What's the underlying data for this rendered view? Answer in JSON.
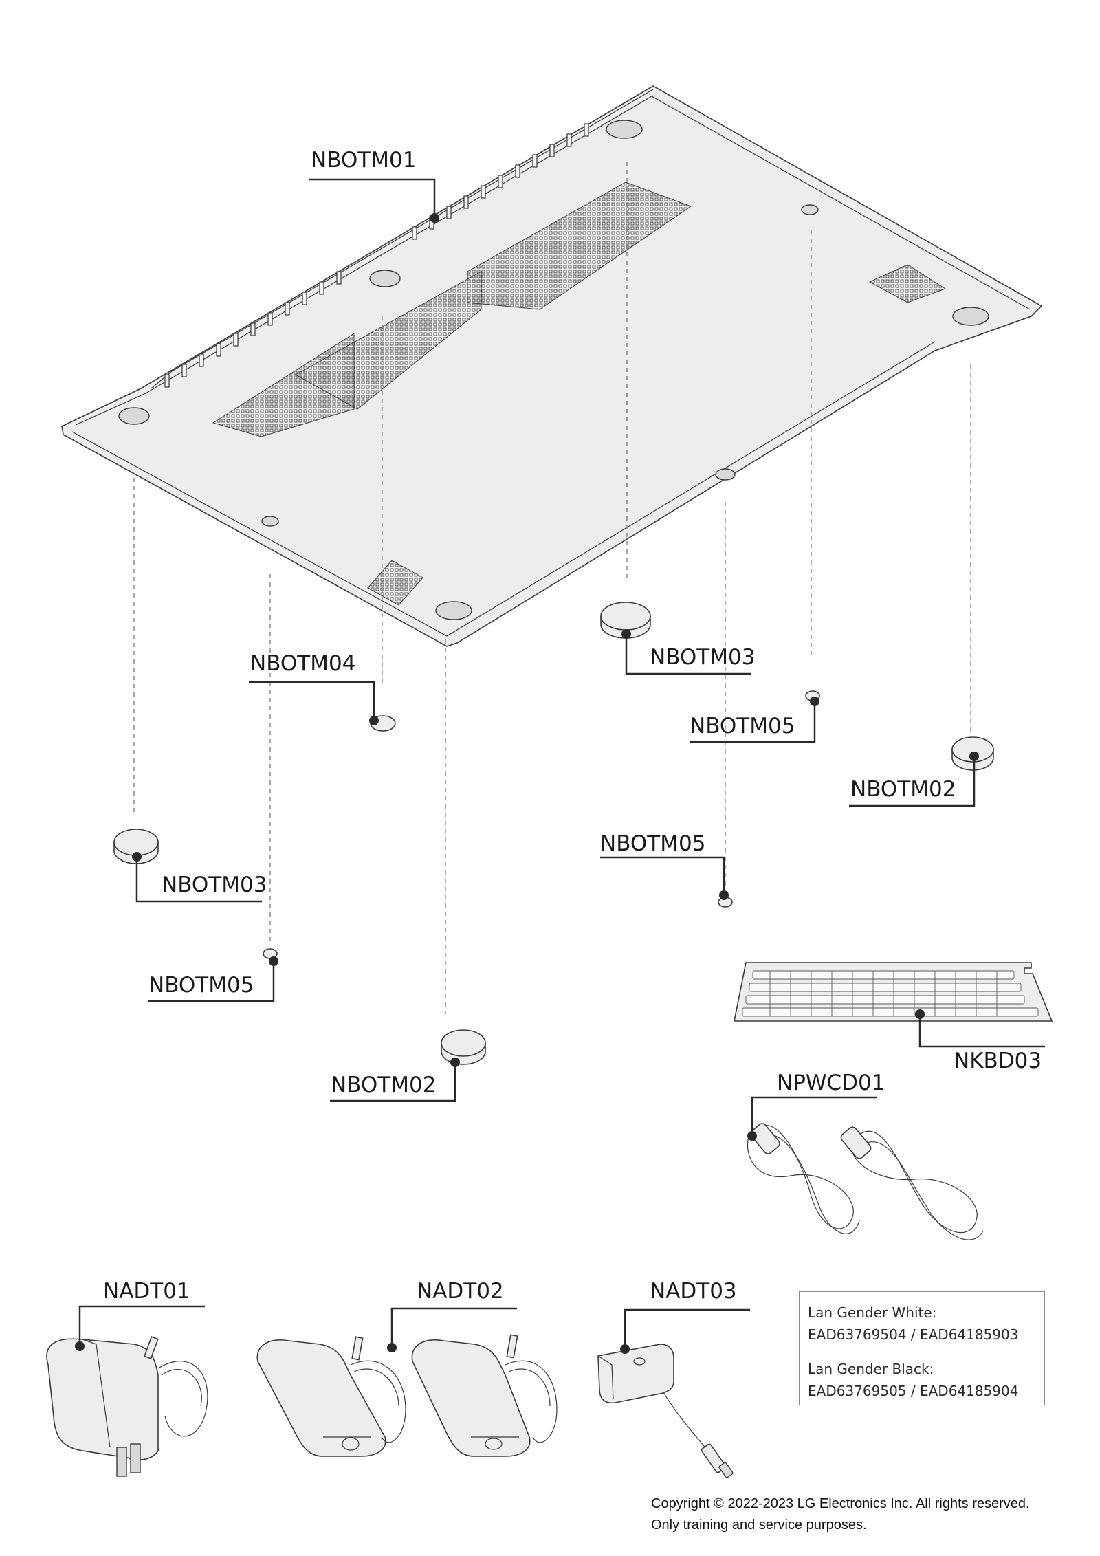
{
  "callouts": {
    "nbotm01": "NBOTM01",
    "nbotm04": "NBOTM04",
    "nbotm03_right": "NBOTM03",
    "nbotm05_right_top": "NBOTM05",
    "nbotm02_right": "NBOTM02",
    "nbotm03_left": "NBOTM03",
    "nbotm05_mid": "NBOTM05",
    "nbotm05_left": "NBOTM05",
    "nbotm02_left": "NBOTM02",
    "nkbd03": "NKBD03",
    "npwcd01": "NPWCD01",
    "nadt01": "NADT01",
    "nadt02": "NADT02",
    "nadt03": "NADT03"
  },
  "info_box": {
    "white_label": "Lan Gender White:",
    "white_codes": "EAD63769504 / EAD64185903",
    "black_label": "Lan Gender Black:",
    "black_codes": "EAD63769505 / EAD64185904"
  },
  "copyright": {
    "line1": "Copyright © 2022-2023 LG Electronics Inc. All rights reserved.",
    "line2": "Only training and service purposes."
  },
  "icons": [
    "bottom-case",
    "rubber-foot",
    "keyboard",
    "power-cord",
    "adapter",
    "lan-gender"
  ]
}
